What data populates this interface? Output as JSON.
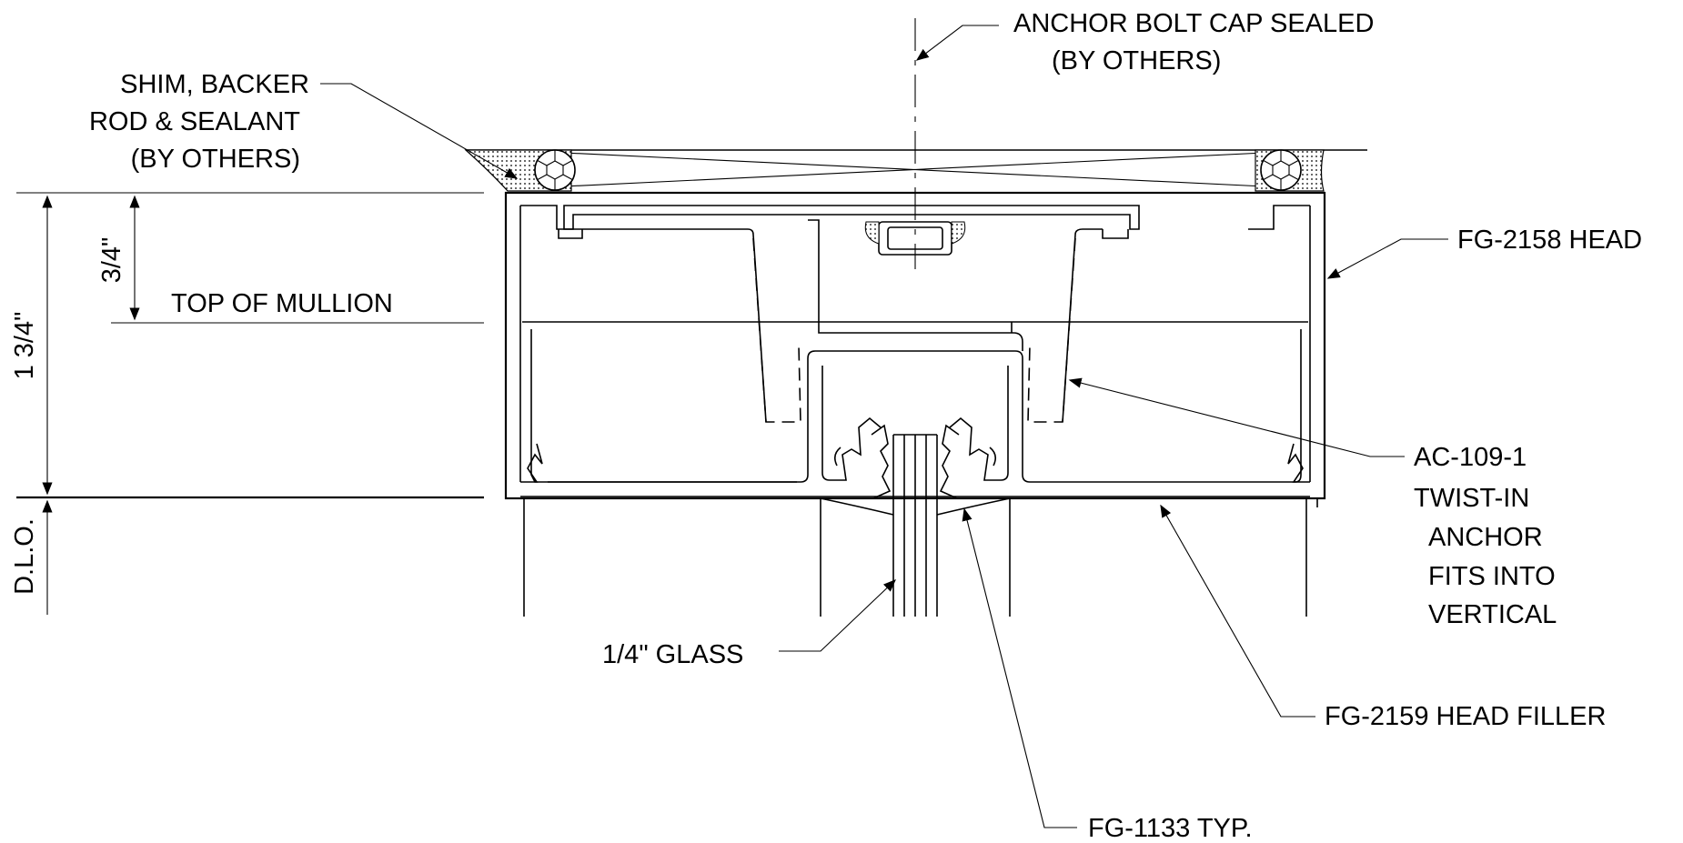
{
  "labels": {
    "anchor_bolt_1": "ANCHOR BOLT CAP SEALED",
    "anchor_bolt_2": "(BY OTHERS)",
    "shim_1": "SHIM, BACKER",
    "shim_2": "ROD & SEALANT",
    "shim_3": "(BY OTHERS)",
    "head": "FG-2158 HEAD",
    "top_of_mullion": "TOP OF MULLION",
    "dim_three_quarter": "3/4\"",
    "dim_one_three_quarter": "1 3/4\"",
    "dlo": "D.L.O.",
    "anchor_1": "AC-109-1",
    "anchor_2": "TWIST-IN",
    "anchor_3": "ANCHOR",
    "anchor_4": "FITS INTO",
    "anchor_5": "VERTICAL",
    "glass": "1/4\" GLASS",
    "head_filler": "FG-2159 HEAD FILLER",
    "gasket": "FG-1133 TYP."
  },
  "colors": {
    "ink": "#000000",
    "sealant_fill": "#d8d8d8",
    "background": "#ffffff"
  }
}
